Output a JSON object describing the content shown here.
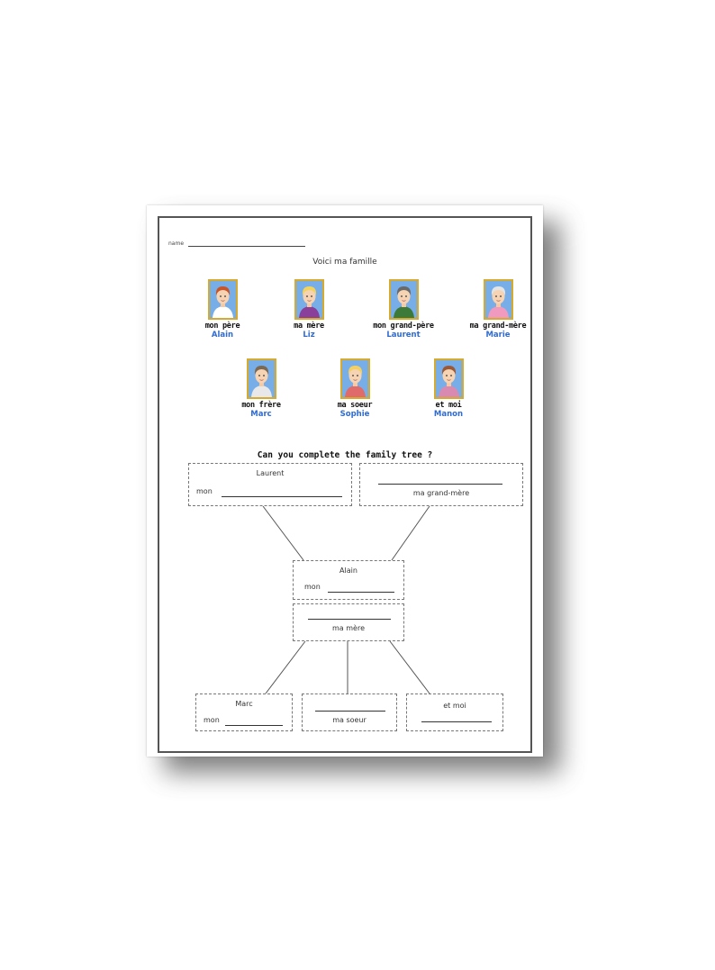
{
  "header": {
    "name_label": "name"
  },
  "title": "Voici ma famille",
  "members": [
    {
      "role": "mon père",
      "name": "Alain",
      "hair": "#c8552a",
      "shirt": "#ffffff",
      "icon": "father-portrait-icon"
    },
    {
      "role": "ma mère",
      "name": "Liz",
      "hair": "#f3d45a",
      "shirt": "#8a3f9a",
      "icon": "mother-portrait-icon"
    },
    {
      "role": "mon grand-père",
      "name": "Laurent",
      "hair": "#6a6a6a",
      "shirt": "#3c7a3a",
      "icon": "grandfather-portrait-icon"
    },
    {
      "role": "ma grand-mère",
      "name": "Marie",
      "hair": "#e4e4e4",
      "shirt": "#f09ac0",
      "icon": "grandmother-portrait-icon"
    },
    {
      "role": "mon frère",
      "name": "Marc",
      "hair": "#7a6a55",
      "shirt": "#e8e8e8",
      "icon": "brother-portrait-icon"
    },
    {
      "role": "ma soeur",
      "name": "Sophie",
      "hair": "#f1d061",
      "shirt": "#e06b6b",
      "icon": "sister-portrait-icon"
    },
    {
      "role": "et moi",
      "name": "Manon",
      "hair": "#9a5a3a",
      "shirt": "#d98ab0",
      "icon": "me-portrait-icon"
    }
  ],
  "question": "Can you complete the family tree ?",
  "tree": {
    "grandfather": {
      "name": "Laurent",
      "prefix": "mon"
    },
    "grandmother": {
      "role": "ma grand-mère"
    },
    "father": {
      "name": "Alain",
      "prefix": "mon"
    },
    "mother": {
      "role": "ma mère"
    },
    "brother": {
      "name": "Marc",
      "prefix": "mon"
    },
    "sister": {
      "role": "ma soeur"
    },
    "me": {
      "name": "et moi"
    }
  },
  "colors": {
    "frame": "#d6aa2f",
    "portrait_bg": "#78aee8",
    "name_text": "#2f6bd0"
  }
}
